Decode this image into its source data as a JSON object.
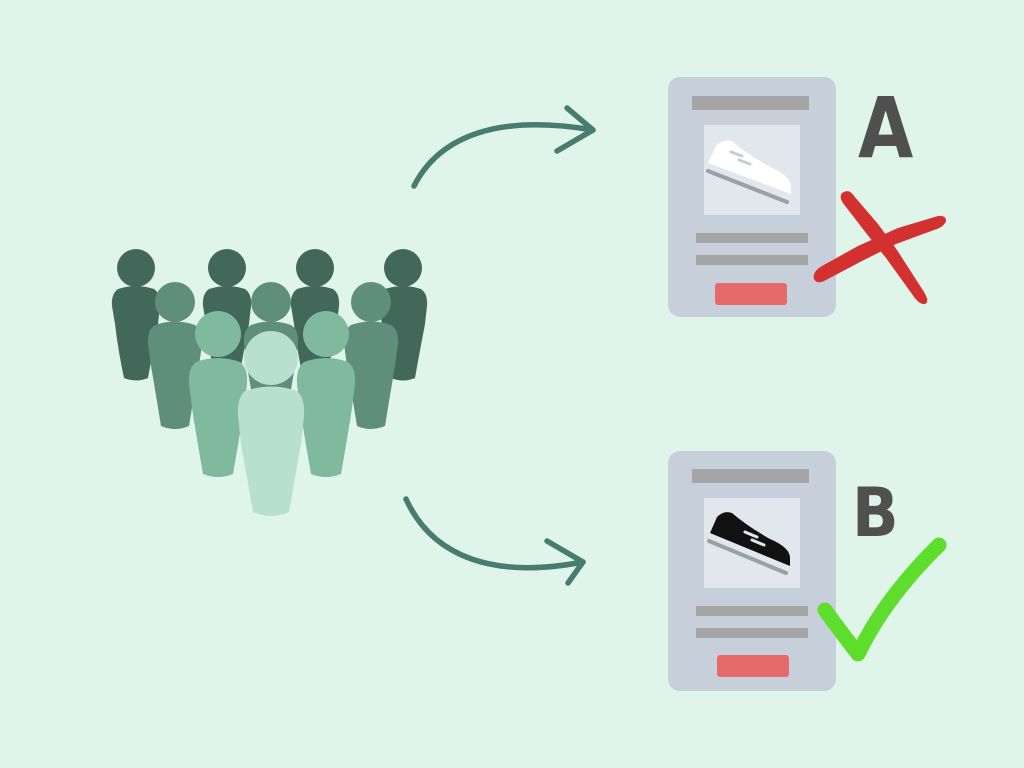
{
  "diagram": {
    "type": "ab-test-illustration",
    "audience": {
      "icon": "crowd-of-people-icon",
      "colors": [
        "#41685a",
        "#5f8e7a",
        "#7fb99e",
        "#b8e0cf"
      ]
    },
    "variants": [
      {
        "id": "A",
        "label": "A",
        "product_icon": "white-sneaker-icon",
        "result": "rejected",
        "result_icon": "red-x-icon",
        "result_color": "#d33030"
      },
      {
        "id": "B",
        "label": "B",
        "product_icon": "black-sneaker-icon",
        "result": "accepted",
        "result_icon": "green-checkmark-icon",
        "result_color": "#5fdd2c"
      }
    ],
    "arrow_color": "#477c6e",
    "card_color": "#c7d0da",
    "card_button_color": "#e66a6a",
    "background_color": "#e0f5ea"
  }
}
